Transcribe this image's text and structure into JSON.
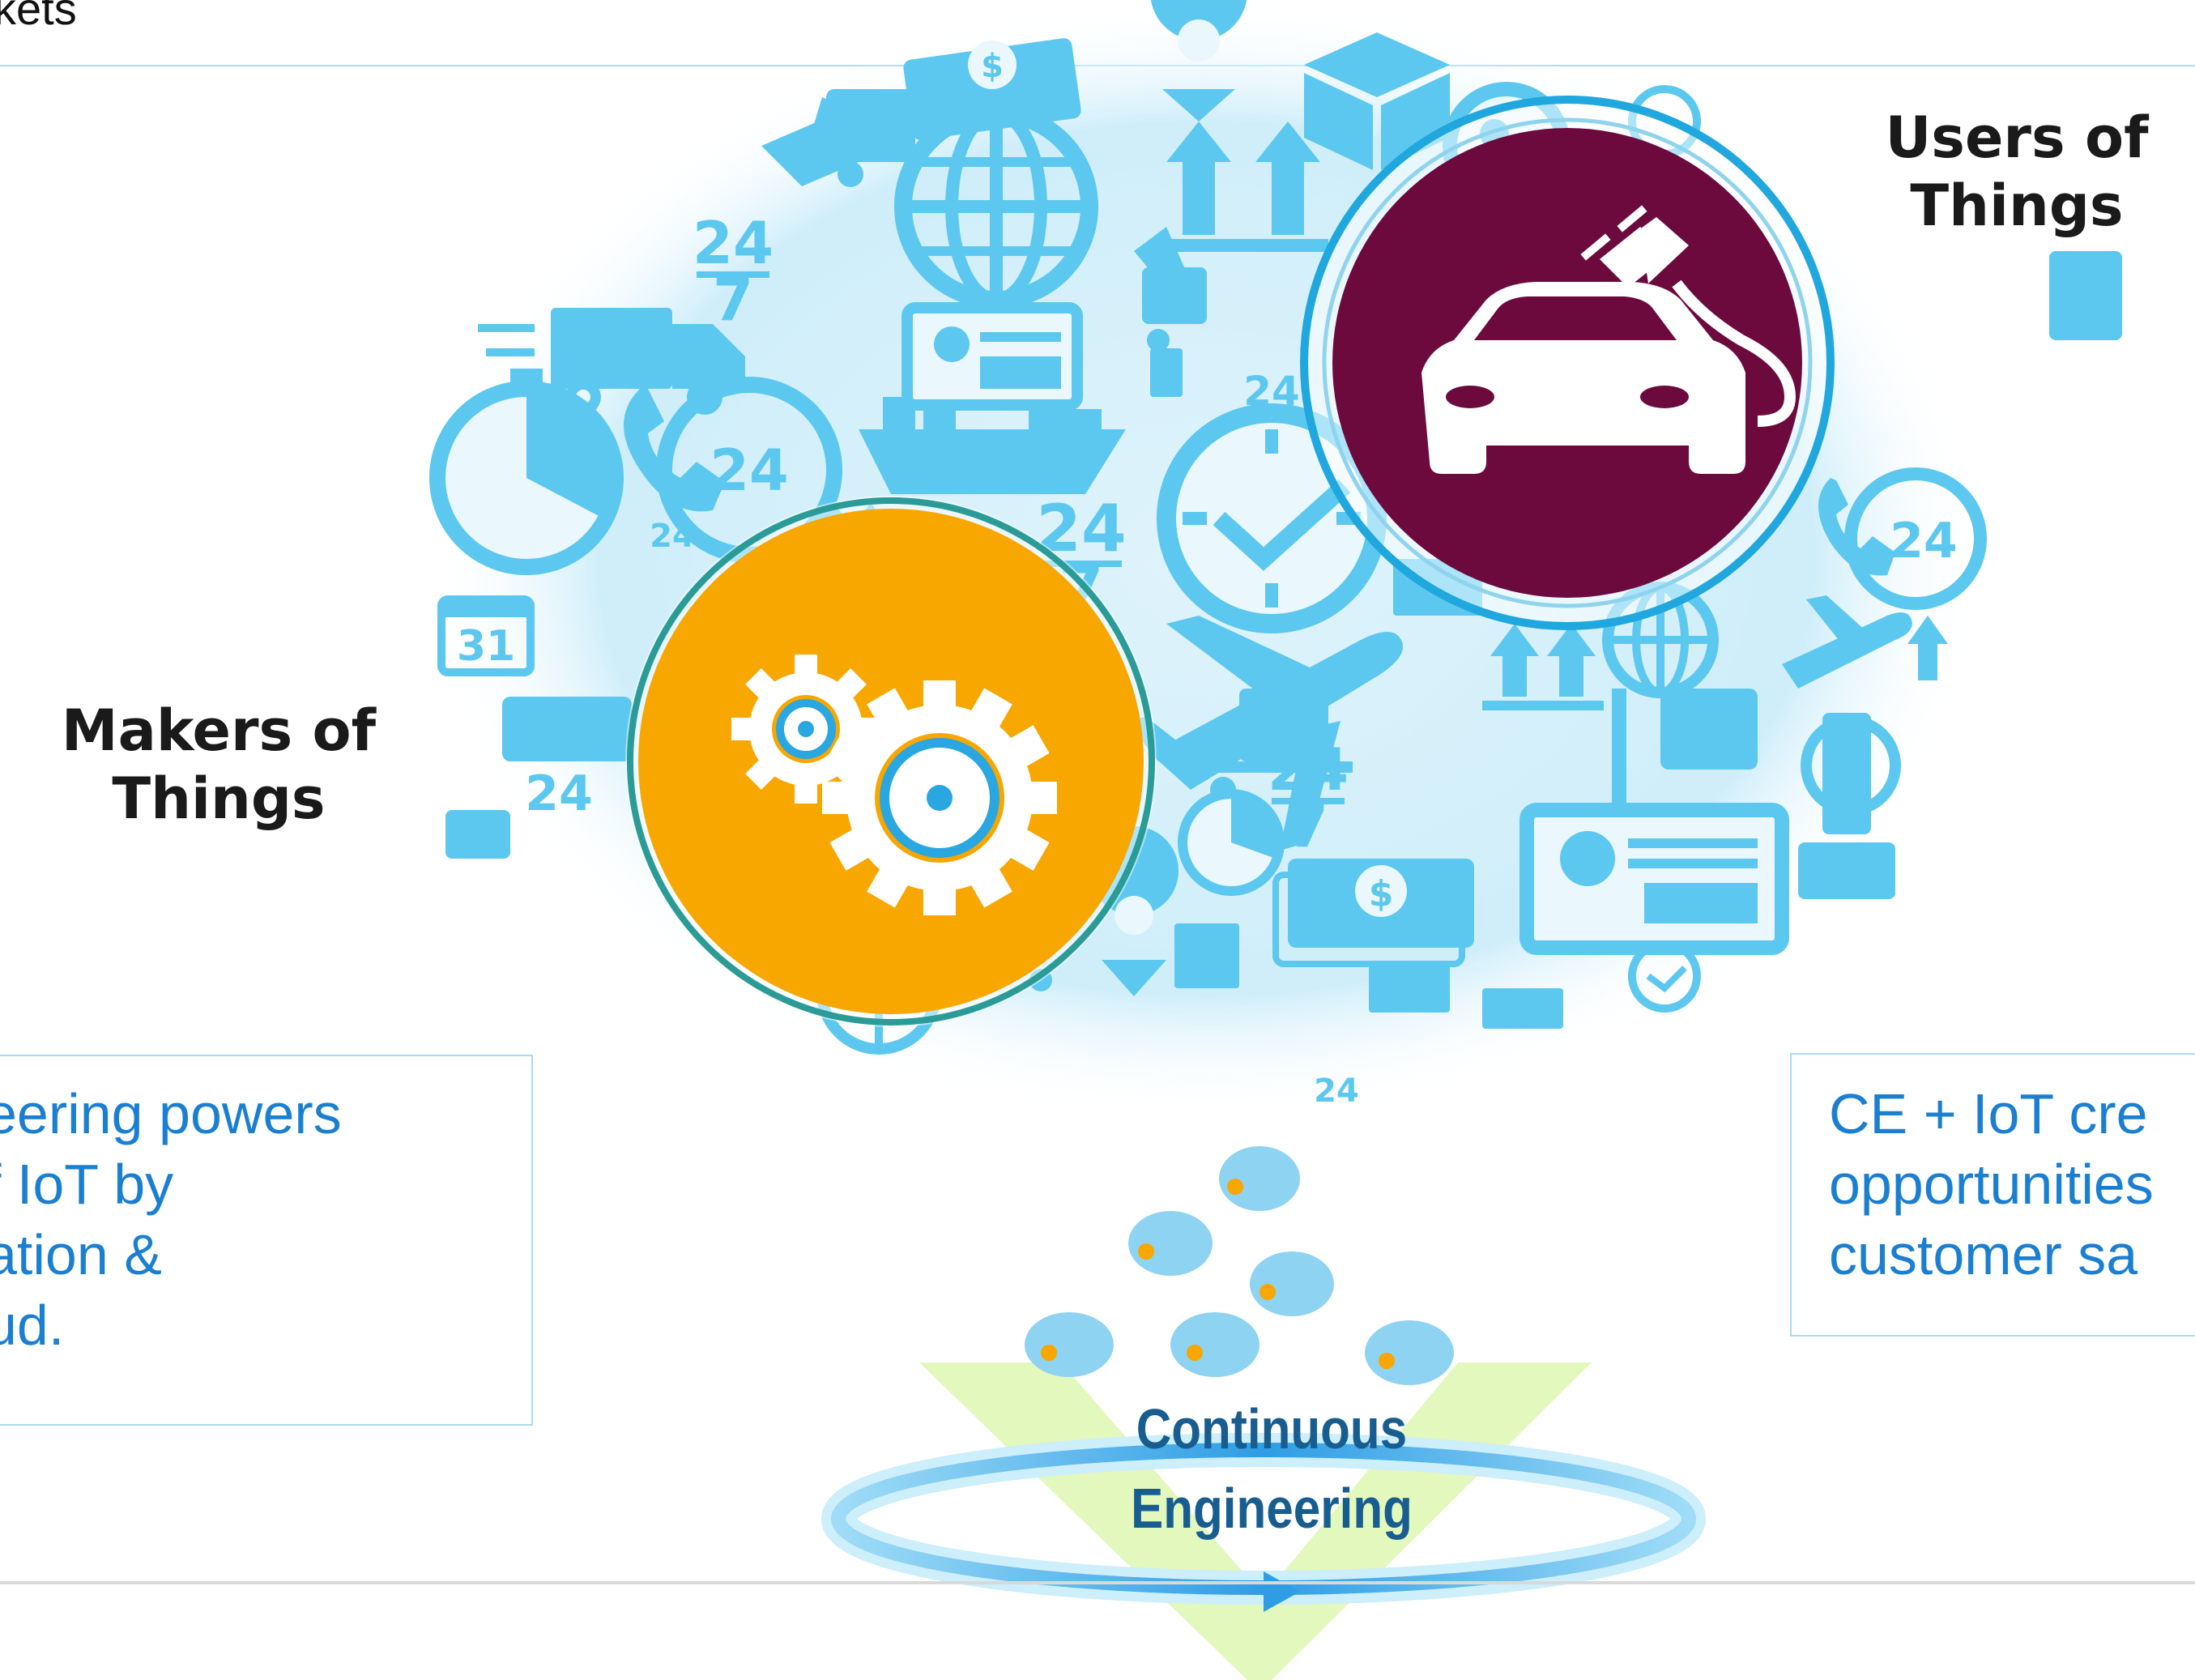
{
  "header": {
    "title_fragment": "kets"
  },
  "graphic": {
    "left_group_label": "Makers of\nThings",
    "right_group_label": "Users of\nThings",
    "cycle_label": "Continuous\nEngineering",
    "icon_numbers": [
      "24",
      "7",
      "31"
    ],
    "colors": {
      "icon_blue": "#5cc8ef",
      "car_circle": "#6c0a3e",
      "gear_circle": "#f8a600",
      "v_shape": "#d9f5a7",
      "cycle_arrow": "#3aa9e8",
      "ring_teal": "#2a9b96",
      "ring_blue": "#20a7de"
    },
    "icons": [
      "car-plug-icon",
      "gears-icon",
      "globe-icon",
      "truck-icon",
      "ship-icon",
      "airplane-icon",
      "clock-icon",
      "stopwatch-icon",
      "phone-24-icon",
      "dollar-bill-icon",
      "box-icon",
      "location-pin-icon",
      "barcode-card-icon",
      "hand-truck-icon",
      "calendar-icon",
      "container-icon",
      "arrows-up-icon"
    ]
  },
  "left_box": {
    "text": "eering powers\nf IoT by\nation &\nud."
  },
  "right_box": {
    "text": "CE + IoT cre\nopportunities\ncustomer sa"
  }
}
